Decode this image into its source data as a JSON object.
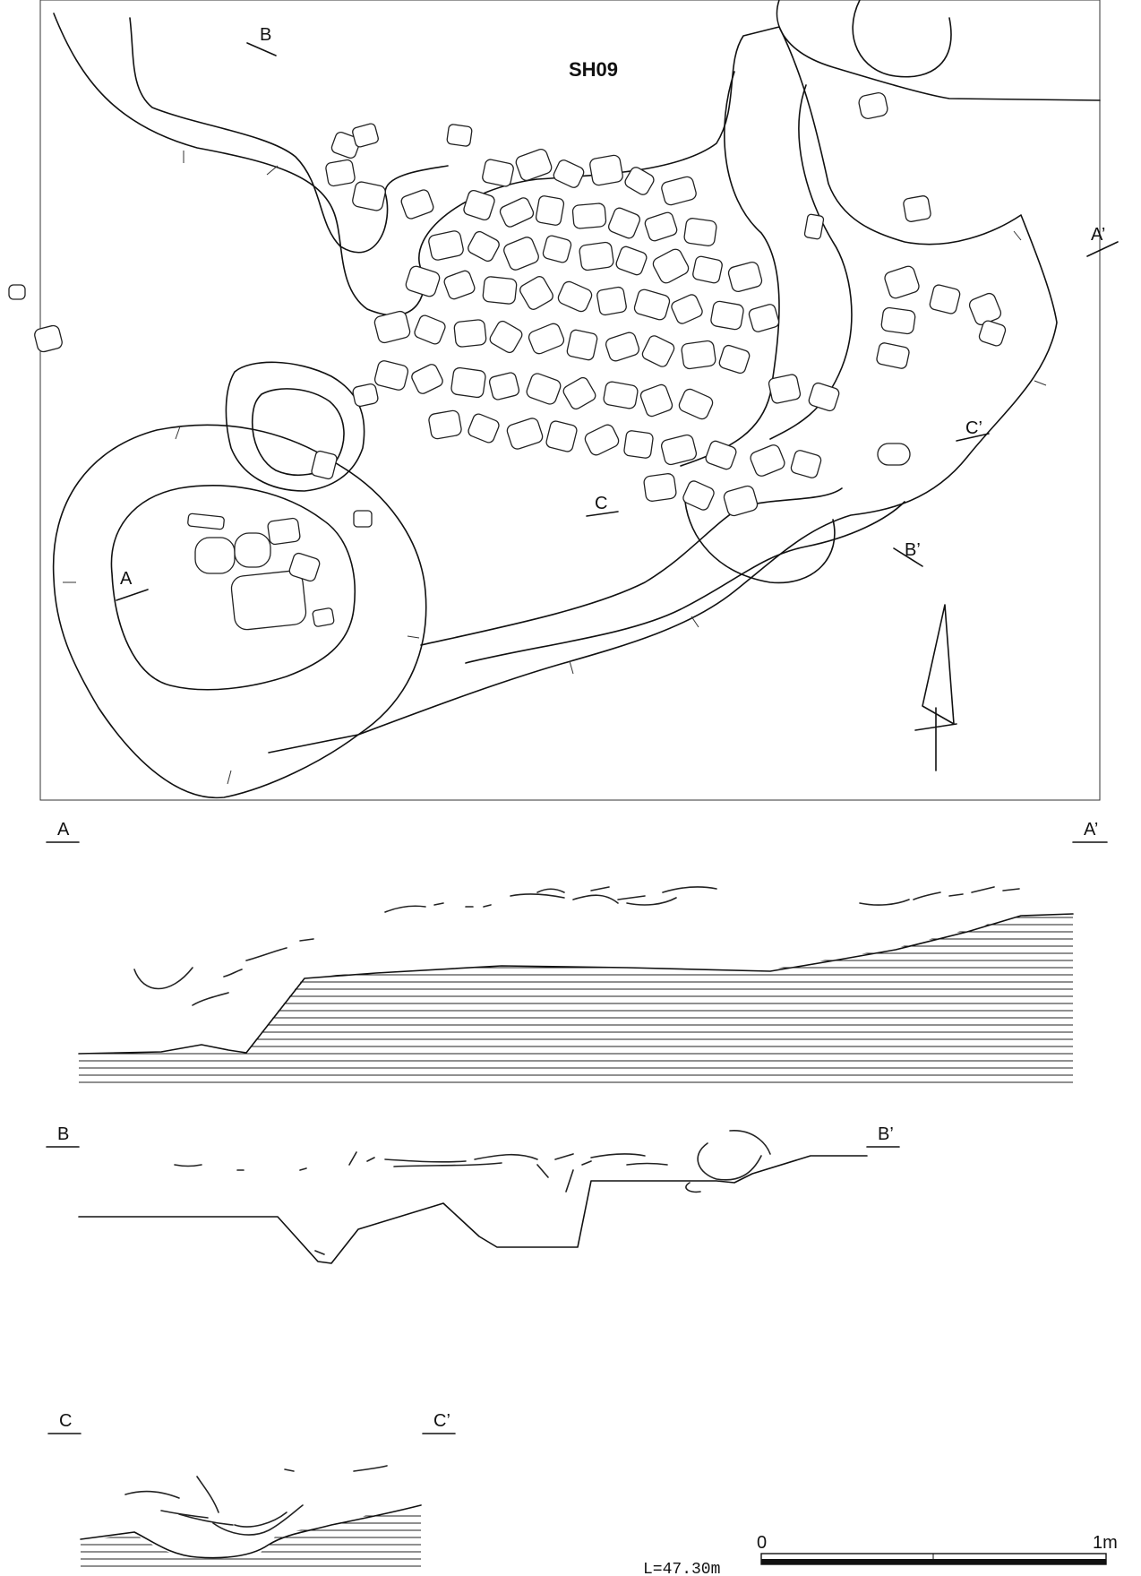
{
  "feature_label": "SH09",
  "plan_section_markers": {
    "A": "A",
    "A_prime": "A’",
    "B": "B",
    "B_prime": "B’",
    "C": "C",
    "C_prime": "C’"
  },
  "profiles": {
    "A": {
      "start": "A",
      "end": "A’"
    },
    "B": {
      "start": "B",
      "end": "B’"
    },
    "C": {
      "start": "C",
      "end": "C’"
    }
  },
  "level_label": "L=47.30m",
  "scale_bar": {
    "start": "0",
    "end": "1m"
  },
  "colors": {
    "line": "#111111",
    "background": "#ffffff"
  }
}
